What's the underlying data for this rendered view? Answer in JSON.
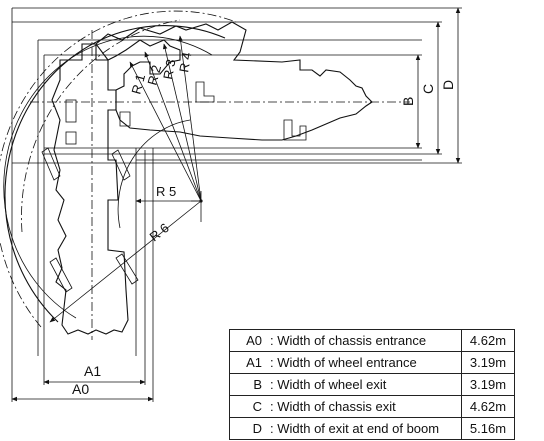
{
  "labels": {
    "radii": [
      "R 1",
      "R 2",
      "R 3",
      "R 4",
      "R 5",
      "R 6"
    ],
    "dims": {
      "A0": "A0",
      "A1": "A1",
      "B": "B",
      "C": "C",
      "D": "D"
    }
  },
  "table": {
    "rows": [
      {
        "code": "A0",
        "desc": ": Width of chassis entrance",
        "value": "4.62m"
      },
      {
        "code": "A1",
        "desc": ": Width of wheel entrance",
        "value": "3.19m"
      },
      {
        "code": "B",
        "desc": ": Width of wheel exit",
        "value": "3.19m"
      },
      {
        "code": "C",
        "desc": ": Width of chassis exit",
        "value": "4.62m"
      },
      {
        "code": "D",
        "desc": ": Width of exit at end of boom",
        "value": "5.16m"
      }
    ]
  }
}
